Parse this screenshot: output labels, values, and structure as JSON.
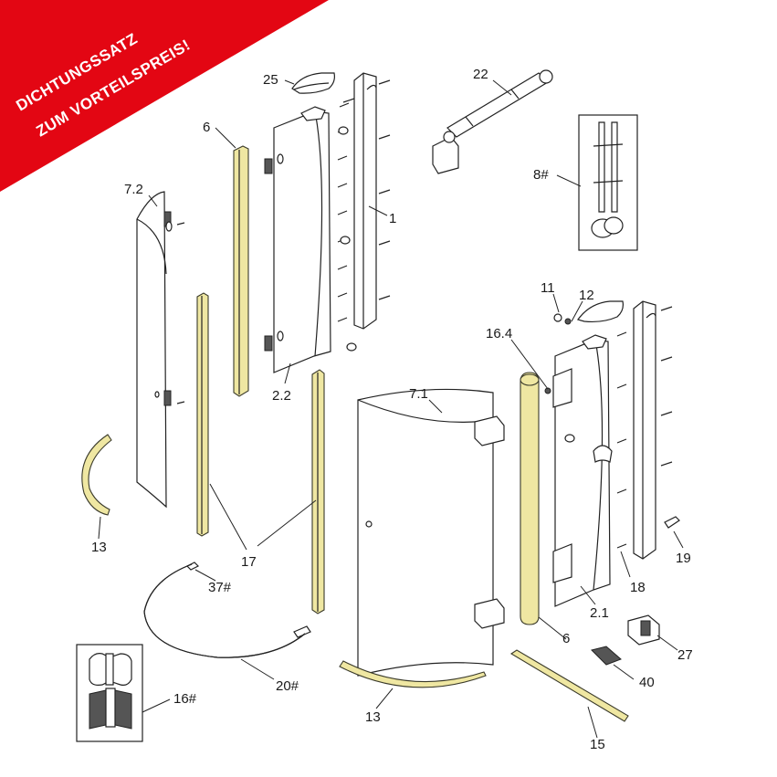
{
  "banner": {
    "line1": "DICHTUNGSSATZ",
    "line2": "ZUM VORTEILSPREIS!",
    "color": "#e30613"
  },
  "seal_color": "#efe7a2",
  "labels": {
    "l25": "25",
    "l22": "22",
    "l6a": "6",
    "l72": "7.2",
    "l1": "1",
    "l8": "8#",
    "l11": "11",
    "l12": "12",
    "l164": "16.4",
    "l22b": "2.2",
    "l71": "7.1",
    "l13a": "13",
    "l17": "17",
    "l19": "19",
    "l18": "18",
    "l21": "2.1",
    "l37": "37#",
    "l6b": "6",
    "l27": "27",
    "l20": "20#",
    "l40": "40",
    "l16": "16#",
    "l13b": "13",
    "l15": "15"
  }
}
